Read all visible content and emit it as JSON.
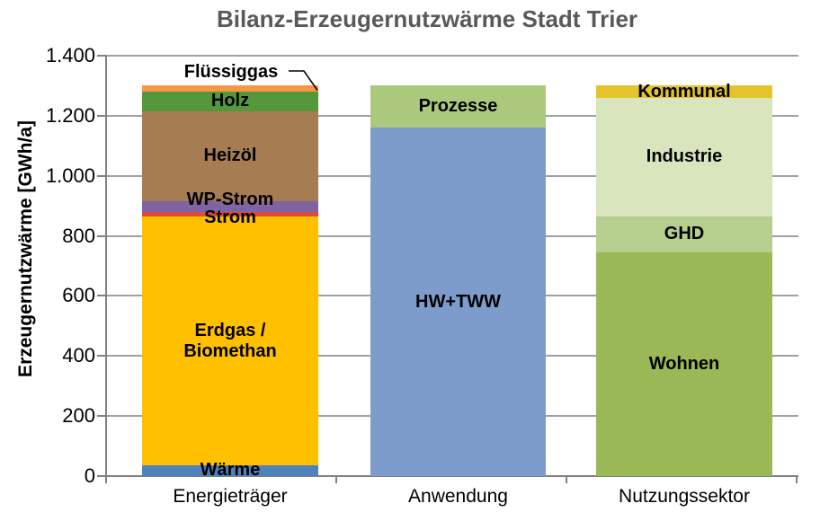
{
  "chart_data": {
    "type": "bar",
    "variant": "stacked",
    "title": "Bilanz-Erzeugernutzwärme Stadt Trier",
    "ylabel": "Erzeugernutzwärme [GWh/a]",
    "unit": "GWh/a",
    "ylim": [
      0,
      1400
    ],
    "ytick_interval": 200,
    "grid": true,
    "yticks": [
      {
        "value": 0,
        "label": "0"
      },
      {
        "value": 200,
        "label": "200"
      },
      {
        "value": 400,
        "label": "400"
      },
      {
        "value": 600,
        "label": "600"
      },
      {
        "value": 800,
        "label": "800"
      },
      {
        "value": 1000,
        "label": "1.000"
      },
      {
        "value": 1200,
        "label": "1.200"
      },
      {
        "value": 1400,
        "label": "1.400"
      }
    ],
    "categories": [
      "Energieträger",
      "Anwendung",
      "Nutzungssektor"
    ],
    "bars": [
      {
        "category": "Energieträger",
        "segments": [
          {
            "label": "Wärme",
            "value": 35,
            "color": "#4F81BD"
          },
          {
            "label": "Erdgas / Biomethan",
            "value": 830,
            "color": "#FFC000",
            "label_lines": [
              "Erdgas /",
              "Biomethan"
            ]
          },
          {
            "label": "Strom",
            "value": 15,
            "color": "#E04A3B"
          },
          {
            "label": "WP-Strom",
            "value": 35,
            "color": "#8064A2"
          },
          {
            "label": "Heizöl",
            "value": 300,
            "color": "#A67C52"
          },
          {
            "label": "Holz",
            "value": 65,
            "color": "#55973B"
          },
          {
            "label": "Flüssiggas",
            "value": 20,
            "color": "#F79646",
            "callout": true
          }
        ]
      },
      {
        "category": "Anwendung",
        "segments": [
          {
            "label": "HW+TWW",
            "value": 1160,
            "color": "#7E9CCB"
          },
          {
            "label": "Prozesse",
            "value": 140,
            "color": "#ACC87C"
          }
        ]
      },
      {
        "category": "Nutzungssektor",
        "segments": [
          {
            "label": "Wohnen",
            "value": 745,
            "color": "#9AB855"
          },
          {
            "label": "GHD",
            "value": 120,
            "color": "#B7CF8E"
          },
          {
            "label": "Industrie",
            "value": 395,
            "color": "#D9E5BD"
          },
          {
            "label": "Kommunal",
            "value": 40,
            "color": "#E5C32C"
          }
        ]
      }
    ]
  }
}
